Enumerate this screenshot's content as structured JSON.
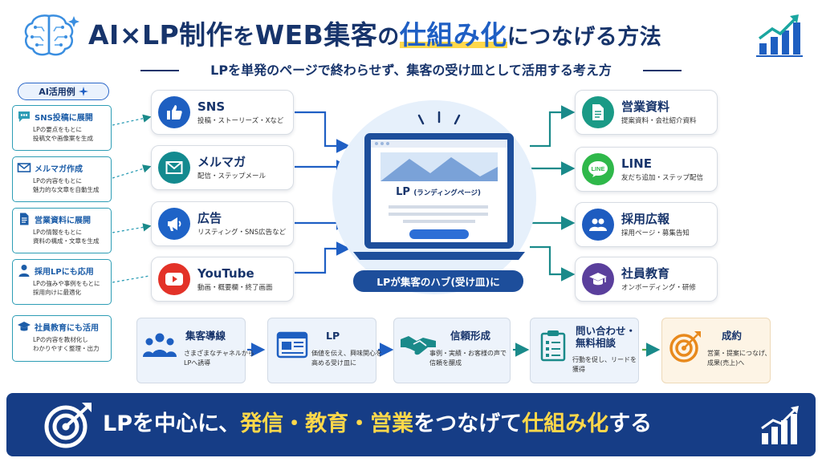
{
  "title": {
    "part1": "AI×LP制作",
    "part2": "を",
    "part3": "WEB集客",
    "part4": "の",
    "part5": "仕組み化",
    "part6": "につなげる方法"
  },
  "subtitle": "LPを単発のページで終わらせず、集客の受け皿として活用する考え方",
  "ai_examples": {
    "badge": "AI活用例",
    "items": [
      {
        "title": "SNS投稿に展開",
        "desc1": "LPの要点をもとに",
        "desc2": "投稿文や画像案を生成",
        "icon": "chat-bubble-icon"
      },
      {
        "title": "メルマガ作成",
        "desc1": "LPの内容をもとに",
        "desc2": "魅力的な文章を自動生成",
        "icon": "mail-icon"
      },
      {
        "title": "営業資料に展開",
        "desc1": "LPの情報をもとに",
        "desc2": "資料の構成・文章を生成",
        "icon": "document-icon"
      },
      {
        "title": "採用LPにも応用",
        "desc1": "LPの強みや事例をもとに",
        "desc2": "採用向けに最適化",
        "icon": "person-icon"
      },
      {
        "title": "社員教育にも活用",
        "desc1": "LPの内容を教材化し",
        "desc2": "わかりやすく整理・出力",
        "icon": "graduation-cap-icon"
      }
    ]
  },
  "sources": [
    {
      "name": "SNS",
      "sub": "投稿・ストーリーズ・Xなど",
      "icon": "thumbs-up-icon",
      "color": "#1e5fc1"
    },
    {
      "name": "メルマガ",
      "sub": "配信・ステップメール",
      "icon": "mail-icon",
      "color": "#138a8f"
    },
    {
      "name": "広告",
      "sub": "リスティング・SNS広告など",
      "icon": "megaphone-icon",
      "color": "#1e63c7"
    },
    {
      "name": "YouTube",
      "sub": "動画・概要欄・終了画面",
      "icon": "play-icon",
      "color": "#e33228"
    }
  ],
  "outputs": [
    {
      "name": "営業資料",
      "sub": "提案資料・会社紹介資料",
      "icon": "document-icon",
      "color": "#1a9a86"
    },
    {
      "name": "LINE",
      "sub": "友だち追加・ステップ配信",
      "icon": "line-icon",
      "color": "#2fb84a"
    },
    {
      "name": "採用広報",
      "sub": "採用ページ・募集告知",
      "icon": "people-icon",
      "color": "#1e5cc0"
    },
    {
      "name": "社員教育",
      "sub": "オンボーディング・研修",
      "icon": "graduation-cap-icon",
      "color": "#5a3f9c"
    }
  ],
  "hub": {
    "lp_label": "LP",
    "lp_label_sub": "(ランディングページ)",
    "badge": "LPが集客のハブ(受け皿)に"
  },
  "flow": [
    {
      "title": "集客導線",
      "desc1": "さまざまなチャネルから",
      "desc2": "LPへ誘導",
      "icon": "people-group-icon"
    },
    {
      "title": "LP",
      "desc1": "価値を伝え、興味関心を",
      "desc2": "高める受け皿に",
      "icon": "browser-window-icon"
    },
    {
      "title": "信頼形成",
      "desc1": "事例・実績・お客様の声で",
      "desc2": "信頼を醸成",
      "icon": "handshake-icon"
    },
    {
      "title1": "問い合わせ・",
      "title2": "無料相談",
      "desc1": "行動を促し、リードを",
      "desc2": "獲得",
      "icon": "clipboard-icon"
    },
    {
      "title": "成約",
      "desc1": "営業・提案につなげ、",
      "desc2": "成果(売上)へ",
      "icon": "target-icon"
    }
  ],
  "banner": {
    "t1": "LPを中心に、",
    "t2": "発信・教育・営業",
    "t3": "をつなげて",
    "t4": "仕組み化",
    "t5": "する"
  },
  "colors": {
    "navy": "#17346b",
    "blue": "#1f5fc4",
    "teal": "#2d9db5",
    "yellow": "#ffd84a",
    "banner": "#163d86"
  }
}
